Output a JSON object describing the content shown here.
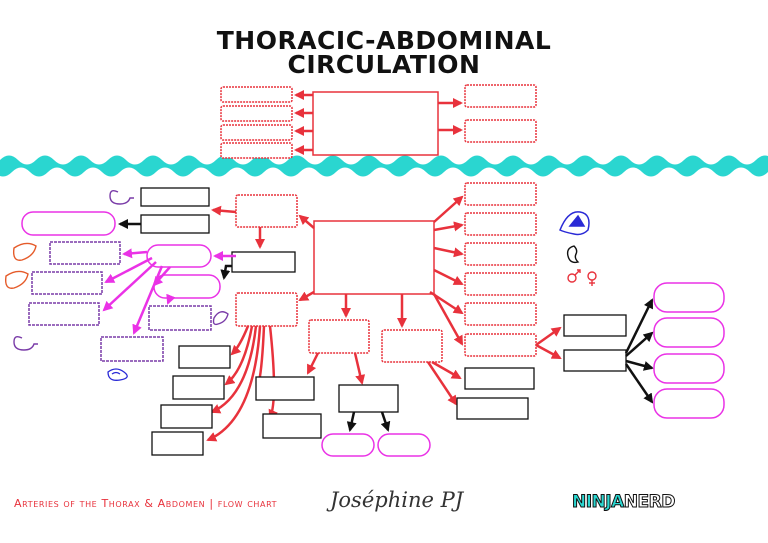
{
  "title_line1": "THORACIC-ABDOMINAL",
  "title_line2": "CIRCULATION",
  "footer_caption": "Arteries of the Thorax & Abdomen | flow chart",
  "signature": "Joséphine PJ",
  "logo": {
    "part1": "NINJA",
    "part2": "NERD"
  },
  "colors": {
    "red": "#e8323c",
    "magenta": "#ea32e6",
    "purple": "#7a3ca8",
    "black": "#111111",
    "teal": "#2ad6d0",
    "orange": "#e55b2a",
    "blue": "#2a2ad6"
  },
  "icons": [
    "stomach-icon",
    "liver-icon",
    "pancreas-icon",
    "intestine-icon",
    "kidney-icon",
    "diaphragm-icon",
    "male-symbol-icon",
    "female-symbol-icon"
  ]
}
